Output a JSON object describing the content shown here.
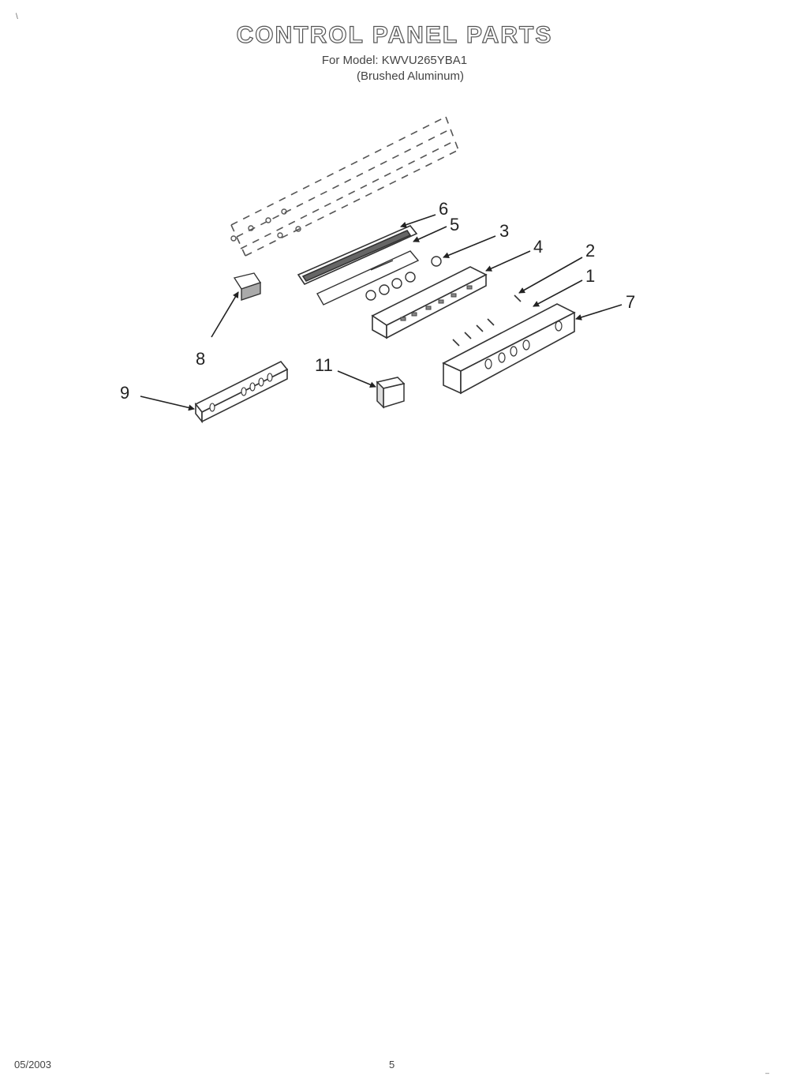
{
  "header": {
    "title": "CONTROL PANEL PARTS",
    "model_line": "For Model: KWVU265YBA1",
    "finish_line": "(Brushed Aluminum)"
  },
  "callouts": {
    "c1": "1",
    "c2": "2",
    "c3": "3",
    "c4": "4",
    "c5": "5",
    "c6": "6",
    "c7": "7",
    "c8": "8",
    "c9": "9",
    "c11": "11"
  },
  "footer": {
    "date_code": "05/2003",
    "page_number": "5"
  },
  "marks": {
    "top_left": "\\",
    "bottom_right": "–"
  }
}
